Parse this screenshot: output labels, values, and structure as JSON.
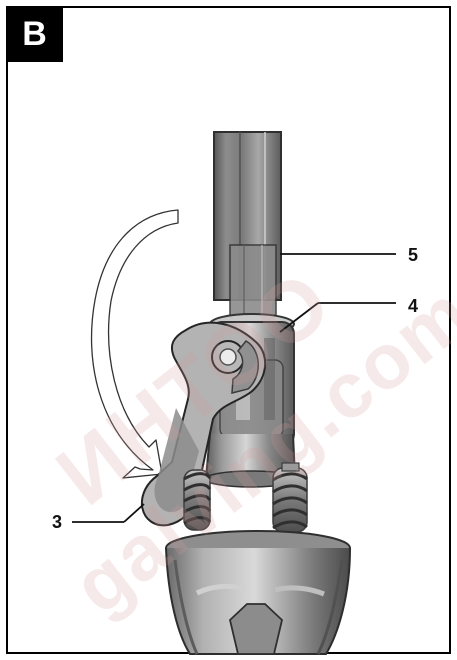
{
  "figure": {
    "label": "B",
    "callouts": {
      "three": "3",
      "four": "4",
      "five": "5"
    }
  },
  "watermark": {
    "line1": "ИНТОО",
    "line2": "galving.com"
  }
}
